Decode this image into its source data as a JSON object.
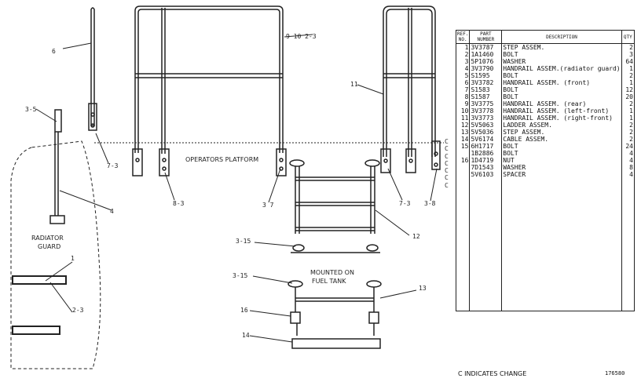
{
  "labels": {
    "operators_platform": "OPERATORS PLATFORM",
    "radiator_guard_1": "RADIATOR",
    "radiator_guard_2": "GUARD",
    "mounted_1": "MOUNTED ON",
    "mounted_2": "FUEL TANK"
  },
  "callouts": {
    "c6": "6",
    "c9": "9 10 2-3",
    "c11": "11",
    "c3_5": "3-5",
    "c7_3a": "7-3",
    "c4": "4",
    "c8_3": "8-3",
    "c3_7": "3 7",
    "c7_3b": "7-3",
    "c3_8": "3-8",
    "c12": "12",
    "c3_15a": "3-15",
    "c3_15b": "3-15",
    "c13": "13",
    "c16": "16",
    "c14": "14",
    "c1": "1",
    "c2_3": "2-3"
  },
  "table": {
    "headers": {
      "ref": "REF. NO.",
      "part": "PART NUMBER",
      "desc": "DESCRIPTION",
      "qty": "QTY"
    },
    "rows": [
      {
        "ref": "1",
        "part": "3V3787",
        "desc": "STEP ASSEM.",
        "qty": "2"
      },
      {
        "ref": "2",
        "part": "1A1460",
        "desc": "BOLT",
        "qty": "3"
      },
      {
        "ref": "3",
        "part": "5P1076",
        "desc": "WASHER",
        "qty": "64"
      },
      {
        "ref": "4",
        "part": "3V3790",
        "desc": "HANDRAIL ASSEM.(radiator guard)",
        "qty": "1"
      },
      {
        "ref": "5",
        "part": "S1595",
        "desc": "BOLT",
        "qty": "2"
      },
      {
        "ref": "6",
        "part": "3V3782",
        "desc": "HANDRAIL ASSEM. (front)",
        "qty": "1"
      },
      {
        "ref": "7",
        "part": "S1583",
        "desc": "BOLT",
        "qty": "12"
      },
      {
        "ref": "8",
        "part": "S1587",
        "desc": "BOLT",
        "qty": "20"
      },
      {
        "ref": "9",
        "part": "3V3775",
        "desc": "HANDRAIL ASSEM. (rear)",
        "qty": "2"
      },
      {
        "ref": "10",
        "part": "3V3778",
        "desc": "HANDRAIL ASSEM. (left-front)",
        "qty": "1"
      },
      {
        "ref": "11",
        "part": "3V3773",
        "desc": "HANDRAIL ASSEM. (right-front)",
        "qty": "1"
      },
      {
        "ref": "12",
        "part": "5V5063",
        "desc": "LADDER ASSEM.",
        "qty": "2"
      },
      {
        "ref": "13",
        "part": "5V5036",
        "desc": "STEP ASSEM.",
        "qty": "2"
      },
      {
        "ref": "14",
        "part": "5V6174",
        "desc": "CABLE ASSEM.",
        "qty": "2"
      },
      {
        "ref": "15",
        "part": "6H1717",
        "desc": "BOLT",
        "qty": "24"
      },
      {
        "ref": "",
        "part": "1B2886",
        "desc": "BOLT",
        "qty": "4"
      },
      {
        "ref": "16",
        "part": "1D4719",
        "desc": "NUT",
        "qty": "4"
      },
      {
        "ref": "",
        "part": "7D1543",
        "desc": "WASHER",
        "qty": "8"
      },
      {
        "ref": "",
        "part": "5V6103",
        "desc": "SPACER",
        "qty": "4"
      }
    ]
  },
  "change_marks": [
    "C",
    "C",
    "C",
    "C",
    "C",
    "C",
    "C"
  ],
  "footer": {
    "note": "C INDICATES CHANGE",
    "figure": "176580"
  }
}
